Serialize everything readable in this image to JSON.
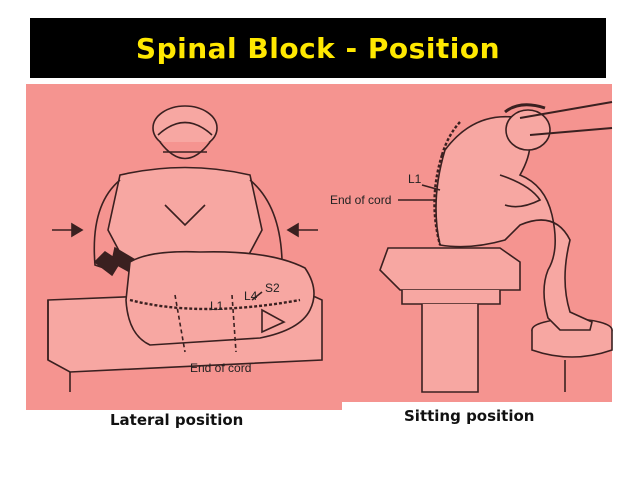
{
  "slide": {
    "title": "Spinal Block - Position"
  },
  "lateral": {
    "caption": "Lateral position",
    "labels": {
      "s2": "S2",
      "l1": "L1",
      "l4": "L4",
      "end_of_cord": "End of cord"
    }
  },
  "sitting": {
    "caption": "Sitting position",
    "labels": {
      "l1": "L1",
      "end_of_cord": "End of cord"
    }
  },
  "colors": {
    "title_bg": "#000000",
    "title_text": "#ffe800",
    "panel_bg": "#f59490",
    "line_art": "#3a2020"
  }
}
